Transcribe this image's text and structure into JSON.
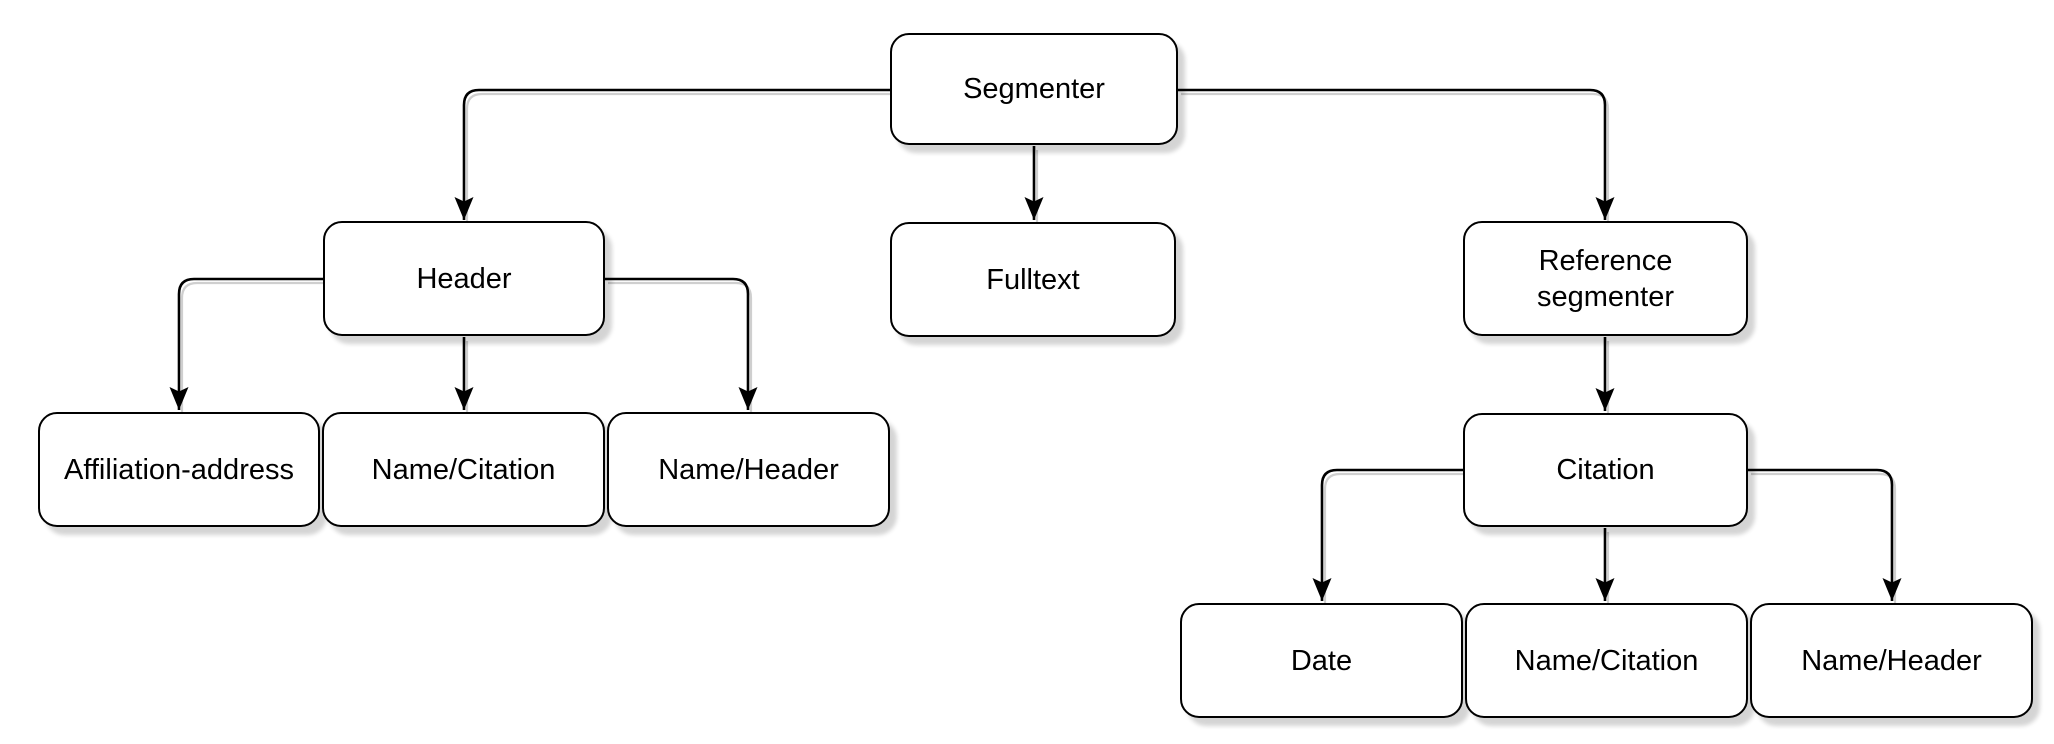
{
  "diagram": {
    "type": "flowchart-tree",
    "colors": {
      "background": "#ffffff",
      "node_fill": "#ffffff",
      "node_border": "#000000",
      "edge": "#000000",
      "shadow": "#cfcfcf",
      "text": "#000000"
    },
    "nodes": {
      "segmenter": {
        "label": "Segmenter"
      },
      "header": {
        "label": "Header"
      },
      "fulltext": {
        "label": "Fulltext"
      },
      "reference_segmenter": {
        "label": "Reference segmenter"
      },
      "affiliation_address": {
        "label": "Affiliation-address"
      },
      "header_name_citation": {
        "label": "Name/Citation"
      },
      "header_name_header": {
        "label": "Name/Header"
      },
      "citation": {
        "label": "Citation"
      },
      "date": {
        "label": "Date"
      },
      "citation_name_citation": {
        "label": "Name/Citation"
      },
      "citation_name_header": {
        "label": "Name/Header"
      }
    },
    "edges": [
      {
        "from": "segmenter",
        "to": "header"
      },
      {
        "from": "segmenter",
        "to": "fulltext"
      },
      {
        "from": "segmenter",
        "to": "reference_segmenter"
      },
      {
        "from": "header",
        "to": "affiliation_address"
      },
      {
        "from": "header",
        "to": "header_name_citation"
      },
      {
        "from": "header",
        "to": "header_name_header"
      },
      {
        "from": "reference_segmenter",
        "to": "citation"
      },
      {
        "from": "citation",
        "to": "date"
      },
      {
        "from": "citation",
        "to": "citation_name_citation"
      },
      {
        "from": "citation",
        "to": "citation_name_header"
      }
    ]
  }
}
